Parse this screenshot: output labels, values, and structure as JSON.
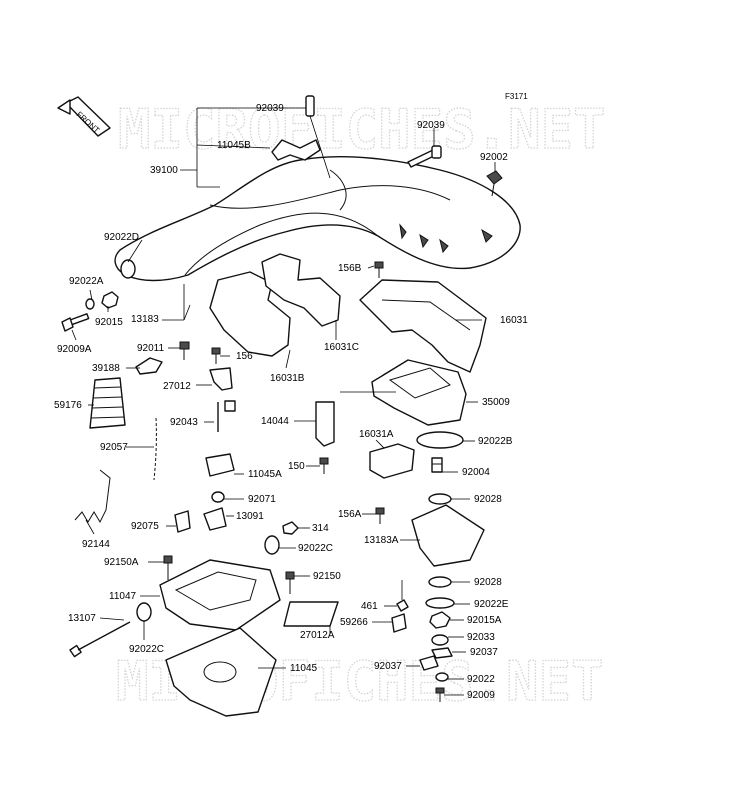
{
  "watermark": "MICROFICHES.NET",
  "figure_code": "F3171",
  "front_label": "FRONT",
  "part_labels": {
    "p92039_top": "92039",
    "p11045B": "11045B",
    "p39100": "39100",
    "p92039_r": "92039",
    "p92002": "92002",
    "p92022D": "92022D",
    "p156B": "156B",
    "p92022A": "92022A",
    "p92015": "92015",
    "p13183": "13183",
    "p16031": "16031",
    "p92009A": "92009A",
    "p16031C": "16031C",
    "p92011": "92011",
    "p156": "156",
    "p39188": "39188",
    "p16031B": "16031B",
    "p27012": "27012",
    "p59176": "59176",
    "p35009": "35009",
    "p92043": "92043",
    "p14044": "14044",
    "p16031A": "16031A",
    "p92022B": "92022B",
    "p92057": "92057",
    "p150": "150",
    "p11045A": "11045A",
    "p92004": "92004",
    "p92071": "92071",
    "p92028": "92028",
    "p156A": "156A",
    "p92144": "92144",
    "p92075": "92075",
    "p13091": "13091",
    "p314": "314",
    "p13183A": "13183A",
    "p92022C": "92022C",
    "p92150A": "92150A",
    "p92150": "92150",
    "p92028b": "92028",
    "p11047": "11047",
    "p461": "461",
    "p92022E": "92022E",
    "p13107": "13107",
    "p27012A": "27012A",
    "p59266": "59266",
    "p92015A": "92015A",
    "p92022C_b": "92022C",
    "p92033": "92033",
    "p92037_r": "92037",
    "p11045": "11045",
    "p92037_l": "92037",
    "p92022": "92022",
    "p92009": "92009"
  }
}
